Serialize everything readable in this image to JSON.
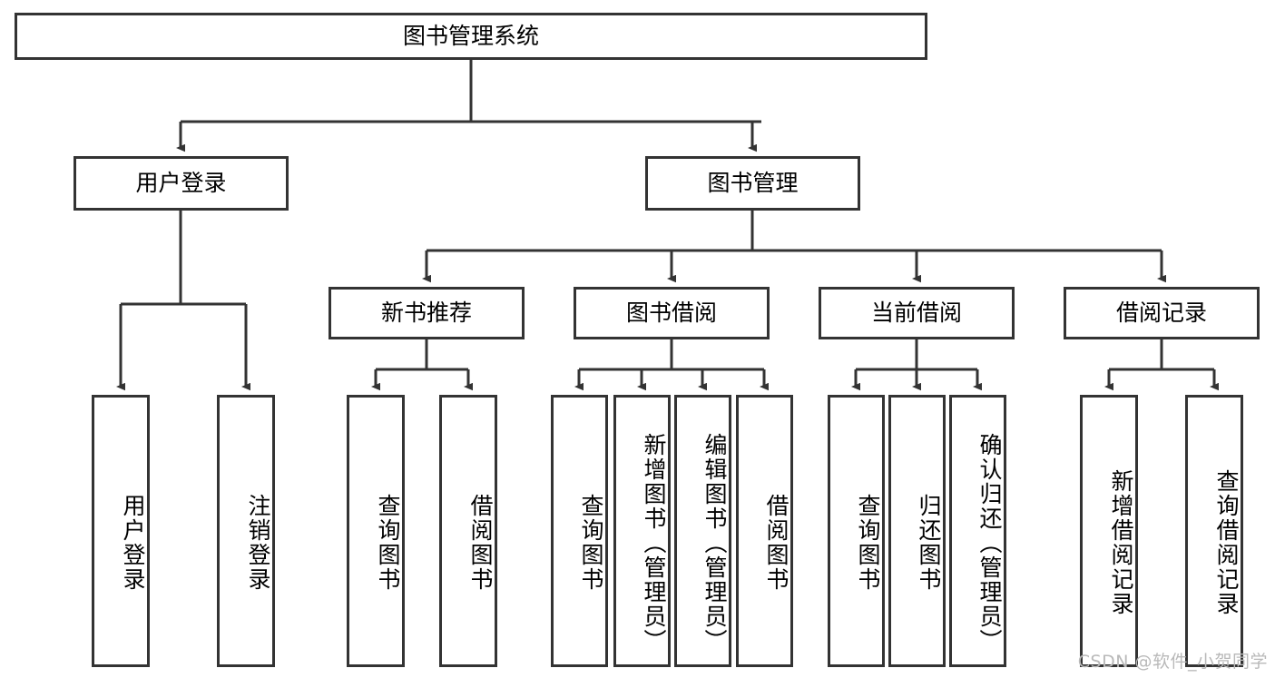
{
  "diagram": {
    "title": "图书管理系统",
    "type": "hierarchy-tree",
    "watermark": "CSDN @软件_小贺同学",
    "colors": {
      "stroke": "#333333",
      "fill": "#ffffff",
      "text": "#000000",
      "watermark": "#b9b9b9"
    },
    "levels": {
      "root": {
        "label": "图书管理系统"
      },
      "level2": [
        {
          "label": "用户登录"
        },
        {
          "label": "图书管理"
        }
      ],
      "level3": [
        {
          "label": "新书推荐"
        },
        {
          "label": "图书借阅"
        },
        {
          "label": "当前借阅"
        },
        {
          "label": "借阅记录"
        }
      ],
      "level4": {
        "user_login": [
          {
            "label": "用户登录"
          },
          {
            "label": "注销登录"
          }
        ],
        "new_book_recommend": [
          {
            "label": "查询图书"
          },
          {
            "label": "借阅图书"
          }
        ],
        "book_borrow": [
          {
            "label": "查询图书"
          },
          {
            "label": "新增图书（管理员）"
          },
          {
            "label": "编辑图书（管理员）"
          },
          {
            "label": "借阅图书"
          }
        ],
        "current_borrow": [
          {
            "label": "查询图书"
          },
          {
            "label": "归还图书"
          },
          {
            "label": "确认归还（管理员）"
          }
        ],
        "borrow_record": [
          {
            "label": "新增借阅记录"
          },
          {
            "label": "查询借阅记录"
          }
        ]
      }
    }
  }
}
